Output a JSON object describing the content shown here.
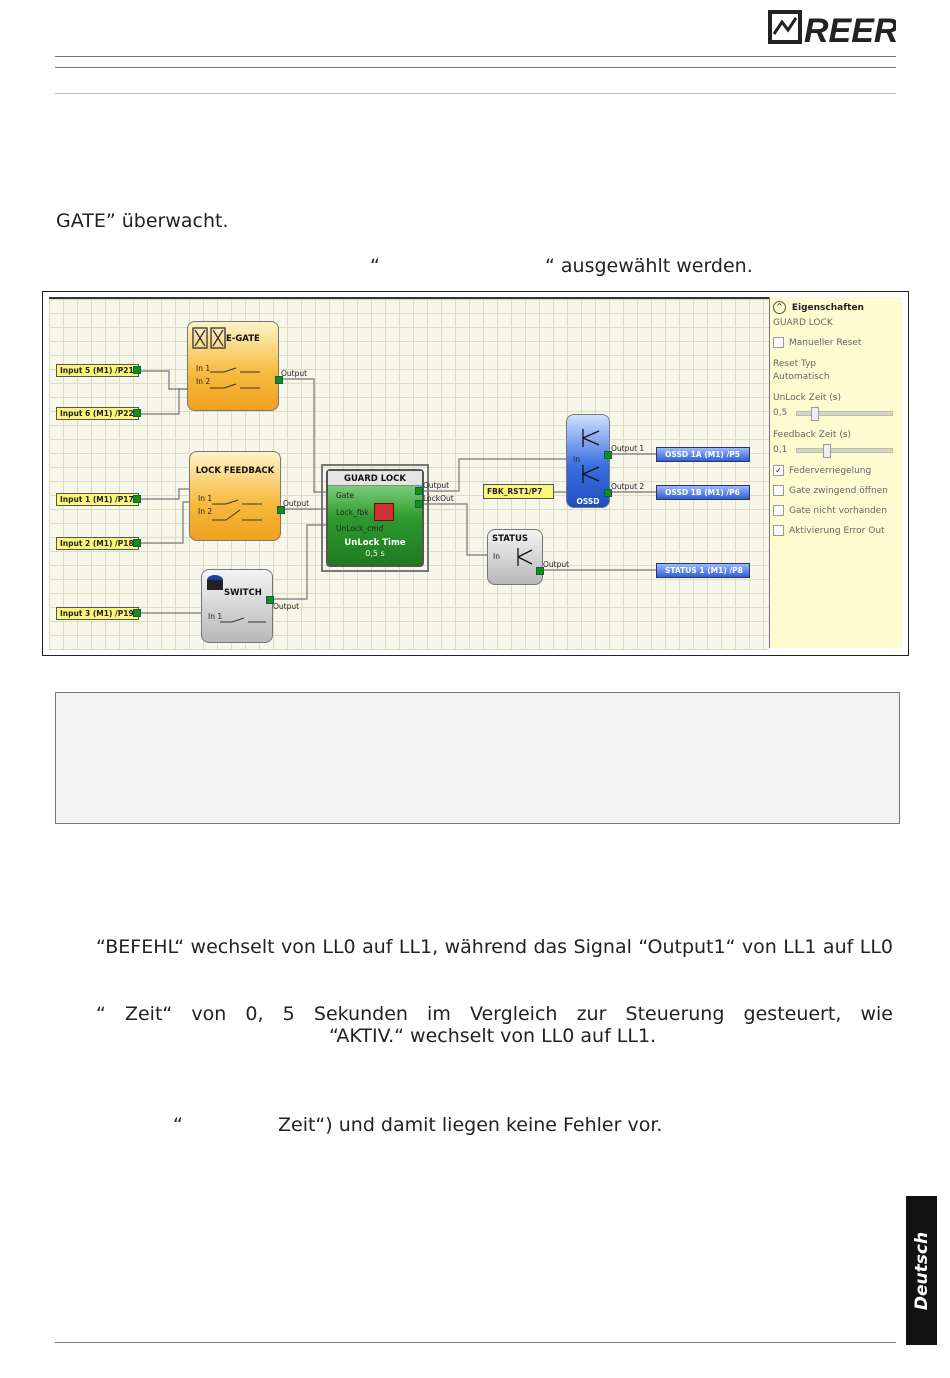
{
  "header": {
    "logo_text": "REER"
  },
  "text_lines": {
    "l1": "GATE” überwacht.",
    "l2a": "“",
    "l2b": "“ ausgewählt werden.",
    "l3": "“BEFEHL“ wechselt von LL0 auf LL1, während das Signal “Output1“ von LL1 auf LL0",
    "l4": "“ Zeit“ von 0, 5 Sekunden im Vergleich zur Steuerung gesteuert, wie",
    "l5": "“AKTIV.“ wechselt von LL0 auf LL1.",
    "l6a": "“",
    "l6b": "Zeit“) und damit liegen keine Fehler vor."
  },
  "diagram": {
    "inputs": [
      "Input 5 (M1) /P21",
      "Input 6 (M1) /P22",
      "Input 1 (M1) /P17",
      "Input 2 (M1) /P18",
      "Input 3 (M1) /P19"
    ],
    "fbk": "FBK_RST1/P7",
    "outputs": [
      "OSSD 1A (M1) /P5",
      "OSSD 1B (M1) /P6",
      "STATUS 1 (M1) /P8"
    ],
    "egate": {
      "title": "E-GATE",
      "in1": "In 1",
      "in2": "In 2",
      "out": "Output"
    },
    "lockfb": {
      "title": "LOCK FEEDBACK",
      "in1": "In 1",
      "in2": "In 2",
      "out": "Output"
    },
    "switch": {
      "title": "SWITCH",
      "in1": "In 1",
      "out": "Output"
    },
    "guard": {
      "title": "GUARD LOCK",
      "gate": "Gate",
      "lockfbk": "Lock_fbk",
      "unlock": "UnLock_cmd",
      "out": "Output",
      "lockout": "LockOut",
      "time_label": "UnLock Time",
      "time_value": "0,5 s"
    },
    "ossd": {
      "title": "OSSD",
      "in": "In",
      "out1": "Output 1",
      "out2": "Output 2"
    },
    "status": {
      "title": "STATUS",
      "in": "In",
      "out": "Output"
    }
  },
  "properties": {
    "header": "Eigenschaften",
    "type": "GUARD LOCK",
    "manual_reset": "Manueller Reset",
    "reset_type_label": "Reset Typ",
    "reset_type_value": "Automatisch",
    "unlock_label": "UnLock Zeit (s)",
    "unlock_value": "0,5",
    "feedback_label": "Feedback Zeit (s)",
    "feedback_value": "0,1",
    "spring_lock": "Federverriegelung",
    "gate_force": "Gate zwingend öffnen",
    "gate_absent": "Gate nicht vorhanden",
    "error_out": "Aktivierung Error Out"
  },
  "side_tab": "Deutsch"
}
